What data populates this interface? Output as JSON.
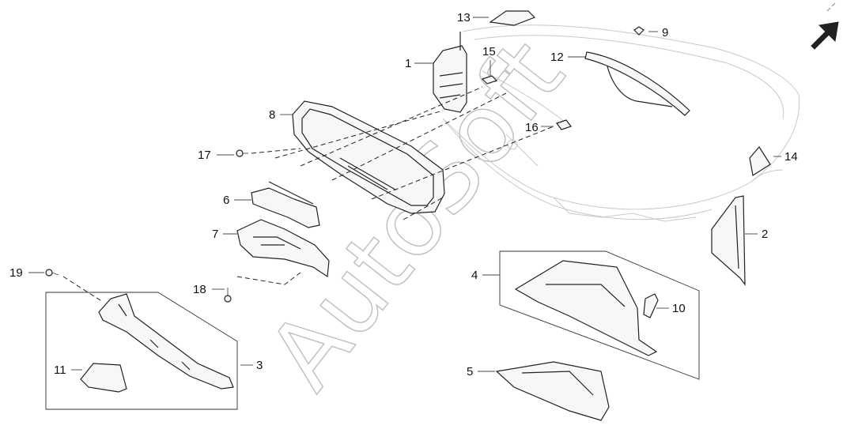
{
  "watermark": "AutoSoft",
  "callouts": {
    "c1": "1",
    "c2": "2",
    "c3": "3",
    "c4": "4",
    "c5": "5",
    "c6": "6",
    "c7": "7",
    "c8": "8",
    "c9": "9",
    "c10": "10",
    "c11": "11",
    "c12": "12",
    "c13": "13",
    "c14": "14",
    "c15": "15",
    "c16": "16",
    "c17": "17",
    "c18": "18",
    "c19": "19"
  },
  "front_arrow_icon": "arrow-up-right-icon",
  "colors": {
    "line": "#222222",
    "ghost": "#c8c8c8",
    "watermark": "#bdbdbd"
  }
}
